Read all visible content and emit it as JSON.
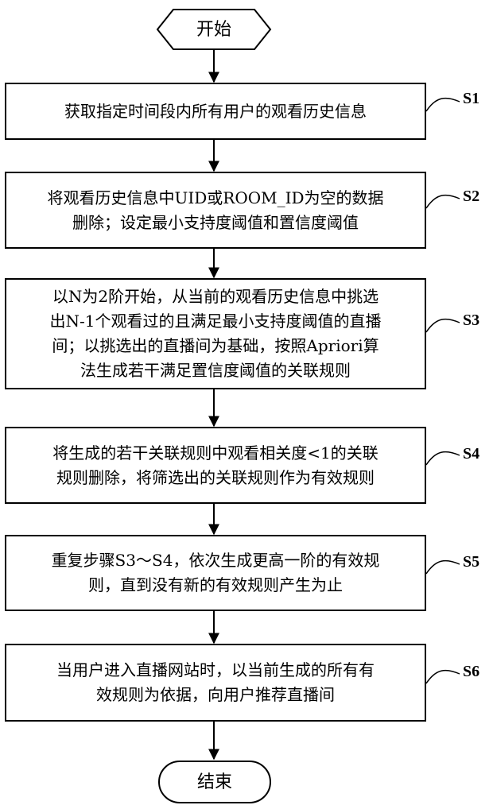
{
  "start": "开始",
  "end": "结束",
  "steps": [
    {
      "label": "S1",
      "text": "获取指定时间段内所有用户的观看历史信息"
    },
    {
      "label": "S2",
      "text": "将观看历史信息中UID或ROOM_ID为空的数据\n删除；设定最小支持度阈值和置信度阈值"
    },
    {
      "label": "S3",
      "text": "以N为2阶开始，从当前的观看历史信息中挑选\n出N-1个观看过的且满足最小支持度阈值的直播\n间；以挑选出的直播间为基础，按照Apriori算\n法生成若干满足置信度阈值的关联规则"
    },
    {
      "label": "S4",
      "text": "将生成的若干关联规则中观看相关度<1的关联\n规则删除，将筛选出的关联规则作为有效规则"
    },
    {
      "label": "S5",
      "text": "重复步骤S3～S4，依次生成更高一阶的有效规\n则，直到没有新的有效规则产生为止"
    },
    {
      "label": "S6",
      "text": "当用户进入直播网站时，以当前生成的所有有\n效规则为依据，向用户推荐直播间"
    }
  ]
}
